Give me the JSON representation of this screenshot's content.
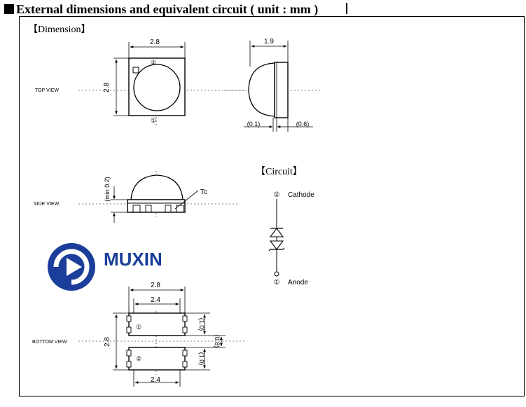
{
  "header": {
    "title": "External dimensions and equivalent circuit ( unit : mm )"
  },
  "sections": {
    "dimension": "【Dimension】",
    "circuit": "【Circuit】"
  },
  "views": {
    "top": "TOP VIEW",
    "side": "SIDE VIEW",
    "bottom": "BOTTOM VIEW"
  },
  "dims": {
    "top_width": "2.8",
    "top_height": "2.8",
    "side_depth": "1.9",
    "side_left_gap": "(0.1)",
    "side_right_gap": "(0.6)",
    "min_clearance": "(min 0.2)",
    "bottom_width": "2.8",
    "bottom_inner_top": "2.4",
    "bottom_inner_bottom": "2.4",
    "bottom_height": "2.8",
    "pad_upper": "(1.0)",
    "pad_gap": "(0.8)",
    "pad_lower": "(1.0)"
  },
  "pins": {
    "pin2": "②",
    "pin1": "①"
  },
  "tc_label": "Tc",
  "circuit": {
    "cathode_pin": "②",
    "cathode_label": "Cathode",
    "anode_pin": "①",
    "anode_label": "Anode"
  },
  "logo": {
    "text": "MUXIN",
    "color": "#1a3e9a"
  }
}
